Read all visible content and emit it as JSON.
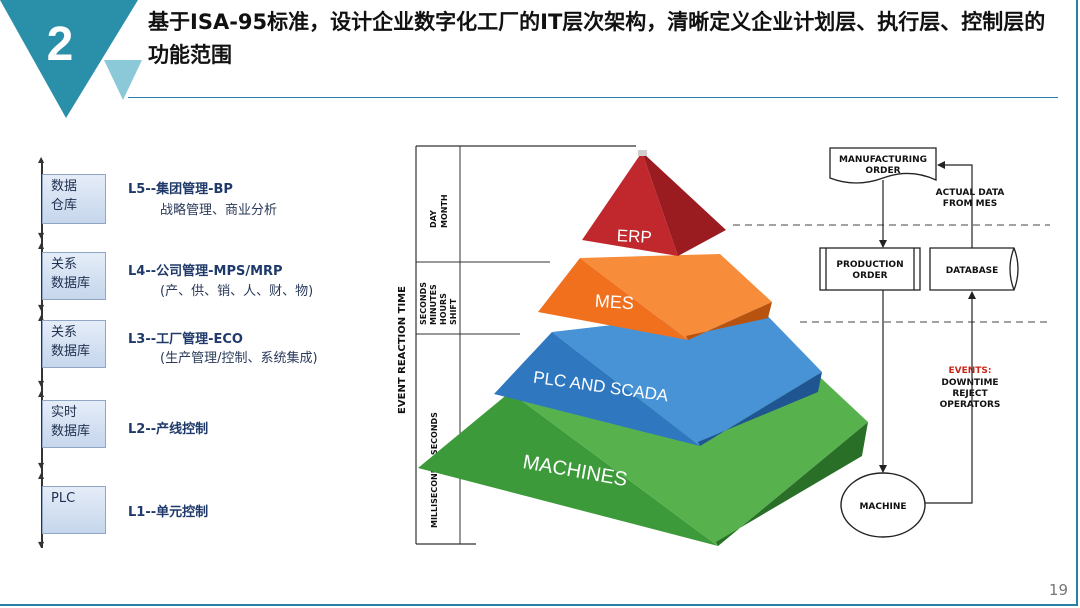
{
  "header": {
    "number": "2",
    "title": "基于ISA-95标准，设计企业数字化工厂的IT层次架构，清晰定义企业计划层、执行层、控制层的功能范围",
    "page_number": "19",
    "colors": {
      "accent": "#2a8fa8",
      "accent_light": "#8cc9d8"
    }
  },
  "hierarchy": [
    {
      "db": "数据\n仓库",
      "title": "L5--集团管理-BP",
      "sub": "战略管理、商业分析"
    },
    {
      "db": "关系\n数据库",
      "title": "L4--公司管理-MPS/MRP",
      "sub": "(产、供、销、人、财、物)"
    },
    {
      "db": "关系\n数据库",
      "title": "L3--工厂管理-ECO",
      "sub": "(生产管理/控制、系统集成)"
    },
    {
      "db": "实时\n数据库",
      "title": "L2--产线控制",
      "sub": ""
    },
    {
      "db": "PLC",
      "title": "L1--单元控制",
      "sub": ""
    }
  ],
  "pyramid": {
    "axis_label": "EVENT REACTION TIME",
    "time_scales": [
      "DAY\nMONTH",
      "SECONDS\nMINUTES\nHOURS\nSHIFT",
      "MILLISECONDS, SECONDS"
    ],
    "layers": [
      {
        "label": "ERP",
        "color": "#c0282d"
      },
      {
        "label": "MES",
        "color": "#f0701e"
      },
      {
        "label": "PLC AND SCADA",
        "color": "#2f78c0"
      },
      {
        "label": "MACHINES",
        "color": "#3d9a3a"
      }
    ]
  },
  "flow": {
    "manufacturing_order": "MANUFACTURING\nORDER",
    "actual_data": "ACTUAL DATA\nFROM MES",
    "production_order": "PRODUCTION\nORDER",
    "database": "DATABASE",
    "events_title": "EVENTS:",
    "events_items": "DOWNTIME\nREJECT\nOPERATORS",
    "machine": "MACHINE"
  }
}
